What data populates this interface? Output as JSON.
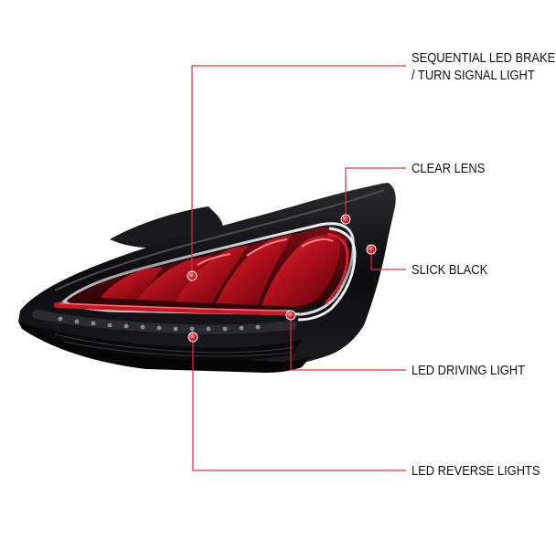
{
  "product": "LED tail light",
  "colors": {
    "accent": "#e0303a",
    "lens_red": "#b8101c",
    "housing_black": "#101012",
    "label_text": "#111111"
  },
  "callouts": [
    {
      "id": "sequential",
      "lines": [
        "SEQUENTIAL LED BRAKE",
        "/ TURN SIGNAL LIGHT"
      ]
    },
    {
      "id": "clear-lens",
      "lines": [
        "CLEAR LENS"
      ]
    },
    {
      "id": "slick-black",
      "lines": [
        "SLICK BLACK"
      ]
    },
    {
      "id": "driving",
      "lines": [
        "LED DRIVING LIGHT"
      ]
    },
    {
      "id": "reverse",
      "lines": [
        "LED REVERSE LIGHTS"
      ]
    }
  ]
}
